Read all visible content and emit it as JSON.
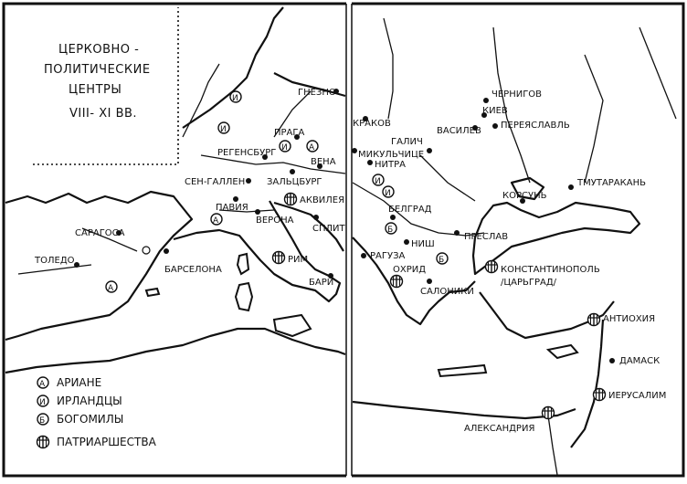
{
  "title": {
    "line1": "ЦЕРКОВНО -",
    "line2": "ПОЛИТИЧЕСКИЕ",
    "line3": "ЦЕНТРЫ",
    "line4": "VIII- XI ВВ."
  },
  "legend": {
    "arians": "АРИАНЕ",
    "irish": "ИРЛАНДЦЫ",
    "bogomils": "БОГОМИЛЫ",
    "patriarchates": "ПАТРИАРШЕСТВА"
  },
  "cities": {
    "gniezno": "ГНЕЗНО",
    "praga": "ПРАГА",
    "regensburg": "РЕГЕНСБУРГ",
    "vena": "ВЕНА",
    "sen_gallen": "СЕН-ГАЛЛЕН",
    "zalcburg": "ЗАЛЬЦБУРГ",
    "akvileya": "АКВИЛЕЯ",
    "paviya": "ПАВИЯ",
    "verona": "ВЕРОНА",
    "split": "СПЛИТ",
    "saragosa": "САРАГОСА",
    "toledo": "ТОЛЕДО",
    "barselona": "БАРСЕЛОНА",
    "rim": "РИМ",
    "bari": "БАРИ",
    "krakov": "КРАКОВ",
    "galich": "ГАЛИЧ",
    "mikulchice": "МИКУЛЬЧИЦЕ",
    "nitra": "НИТРА",
    "vasilev": "ВАСИЛЕВ",
    "chernigov": "ЧЕРНИГОВ",
    "kiev": "КИЕВ",
    "pereyaslavl": "ПЕРЕЯСЛАВЛЬ",
    "tmutarakan": "ТМУТАРАКАНЬ",
    "korsun": "КОРСУНЬ",
    "belgrad": "БЕЛГРАД",
    "nish": "НИШ",
    "preslav": "ПРЕСЛАВ",
    "raguza": "РАГУЗА",
    "ohrid": "ОХРИД",
    "konstantinopol": "КОНСТАНТИНОПОЛЬ",
    "tsargrad": "/ЦАРЬГРАД/",
    "saloniki": "САЛОНИКИ",
    "antiohiya": "АНТИОХИЯ",
    "damask": "ДАМАСК",
    "ierusalim": "ИЕРУСАЛИМ",
    "aleksandriya": "АЛЕКСАНДРИЯ"
  },
  "symbols": {
    "arian": "A",
    "irish": "И",
    "bogomil": "Б"
  }
}
